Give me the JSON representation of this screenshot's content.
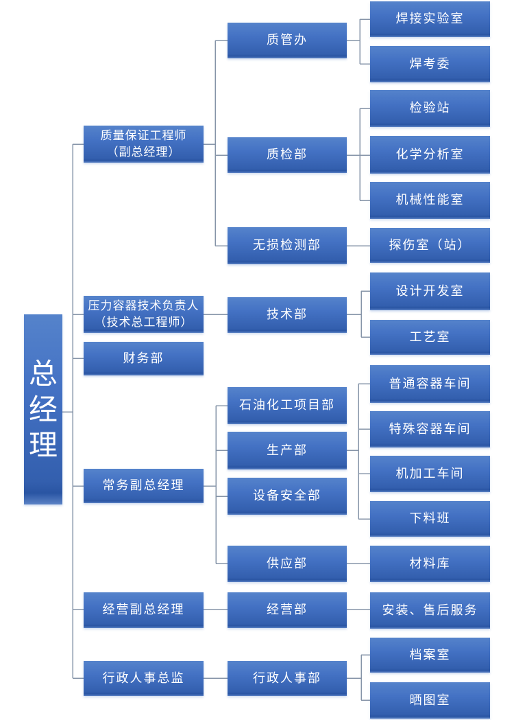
{
  "diagram": {
    "type": "org-chart",
    "root": {
      "label": "总经理"
    },
    "l2": {
      "qa": {
        "line1": "质量保证工程师",
        "line2": "（副总经理）"
      },
      "pv": {
        "line1": "压力容器技术负责人",
        "line2": "（技术总工程师）"
      },
      "finance": {
        "label": "财务部"
      },
      "exec_deputy": {
        "label": "常务副总经理"
      },
      "biz_deputy": {
        "label": "经营副总经理"
      },
      "hr_director": {
        "label": "行政人事总监"
      }
    },
    "l3": {
      "qmo": {
        "label": "质管办"
      },
      "qc": {
        "label": "质检部"
      },
      "ndt": {
        "label": "无损检测部"
      },
      "tech": {
        "label": "技术部"
      },
      "petro": {
        "label": "石油化工项目部"
      },
      "prod": {
        "label": "生产部"
      },
      "equip": {
        "label": "设备安全部"
      },
      "supply": {
        "label": "供应部"
      },
      "ops": {
        "label": "经营部"
      },
      "hr_admin": {
        "label": "行政人事部"
      }
    },
    "l4": {
      "weld_lab": {
        "label": "焊接实验室"
      },
      "weld_committee": {
        "label": "焊考委"
      },
      "insp_station": {
        "label": "检验站"
      },
      "chem_lab": {
        "label": "化学分析室"
      },
      "mech_lab": {
        "label": "机械性能室"
      },
      "flaw_room": {
        "label": "探伤室（站）"
      },
      "design_room": {
        "label": "设计开发室"
      },
      "craft_room": {
        "label": "工艺室"
      },
      "ordinary_ws": {
        "label": "普通容器车间"
      },
      "special_ws": {
        "label": "特殊容器车间"
      },
      "machining_ws": {
        "label": "机加工车间"
      },
      "cutting_team": {
        "label": "下料班"
      },
      "material_store": {
        "label": "材料库"
      },
      "install_service": {
        "label": "安装、售后服务"
      },
      "archive_room": {
        "label": "档案室"
      },
      "blueprint_room": {
        "label": "晒图室"
      }
    },
    "hierarchy": [
      {
        "parent": "总经理",
        "children": [
          "质量保证工程师（副总经理）",
          "压力容器技术负责人（技术总工程师）",
          "财务部",
          "常务副总经理",
          "经营副总经理",
          "行政人事总监"
        ]
      },
      {
        "parent": "质量保证工程师（副总经理）",
        "children": [
          "质管办",
          "质检部",
          "无损检测部"
        ]
      },
      {
        "parent": "质管办",
        "children": [
          "焊接实验室",
          "焊考委"
        ]
      },
      {
        "parent": "质检部",
        "children": [
          "检验站",
          "化学分析室",
          "机械性能室"
        ]
      },
      {
        "parent": "无损检测部",
        "children": [
          "探伤室（站）"
        ]
      },
      {
        "parent": "压力容器技术负责人（技术总工程师）",
        "children": [
          "技术部"
        ]
      },
      {
        "parent": "技术部",
        "children": [
          "设计开发室",
          "工艺室"
        ]
      },
      {
        "parent": "常务副总经理",
        "children": [
          "石油化工项目部",
          "生产部",
          "设备安全部",
          "供应部"
        ]
      },
      {
        "parent": "生产部",
        "children": [
          "普通容器车间",
          "特殊容器车间",
          "机加工车间",
          "下料班"
        ]
      },
      {
        "parent": "供应部",
        "children": [
          "材料库"
        ]
      },
      {
        "parent": "经营副总经理",
        "children": [
          "经营部"
        ]
      },
      {
        "parent": "经营部",
        "children": [
          "安装、售后服务"
        ]
      },
      {
        "parent": "行政人事总监",
        "children": [
          "行政人事部"
        ]
      },
      {
        "parent": "行政人事部",
        "children": [
          "档案室",
          "晒图室"
        ]
      }
    ],
    "colors": {
      "box_gradient_top": "#5583cb",
      "box_gradient_bottom": "#2e5cab",
      "box_text": "#ffffff",
      "connector": "#8694a8",
      "background": "#ffffff"
    }
  }
}
